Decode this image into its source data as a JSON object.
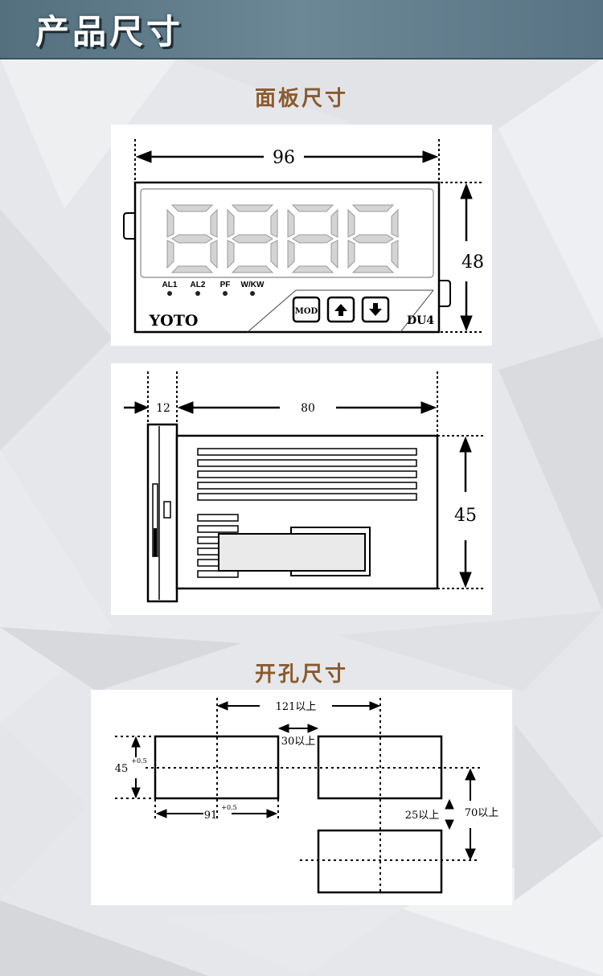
{
  "header": {
    "title": "产品尺寸"
  },
  "sections": {
    "panel_title": "面板尺寸",
    "cutout_title": "开孔尺寸"
  },
  "front_view": {
    "width_label": "96",
    "height_label": "48",
    "display_digits": "8888",
    "indicators": [
      "AL1",
      "AL2",
      "PF",
      "W/KW"
    ],
    "brand": "YOTO",
    "model": "DU4",
    "buttons": {
      "mod": "MOD",
      "up": "up-arrow-icon",
      "down": "down-arrow-icon"
    }
  },
  "side_view": {
    "bezel_label": "12",
    "depth_label": "80",
    "height_label": "45"
  },
  "cutout": {
    "spacing_h": "121以上",
    "gap_h": "30以上",
    "height_label": "45",
    "height_tol": "+0.5",
    "width_label": "91",
    "width_tol": "+0.5",
    "gap_v": "25以上",
    "spacing_v": "70以上"
  },
  "colors": {
    "accent_title": "#8a5a2e",
    "header_bar": "#5f7b8b"
  }
}
